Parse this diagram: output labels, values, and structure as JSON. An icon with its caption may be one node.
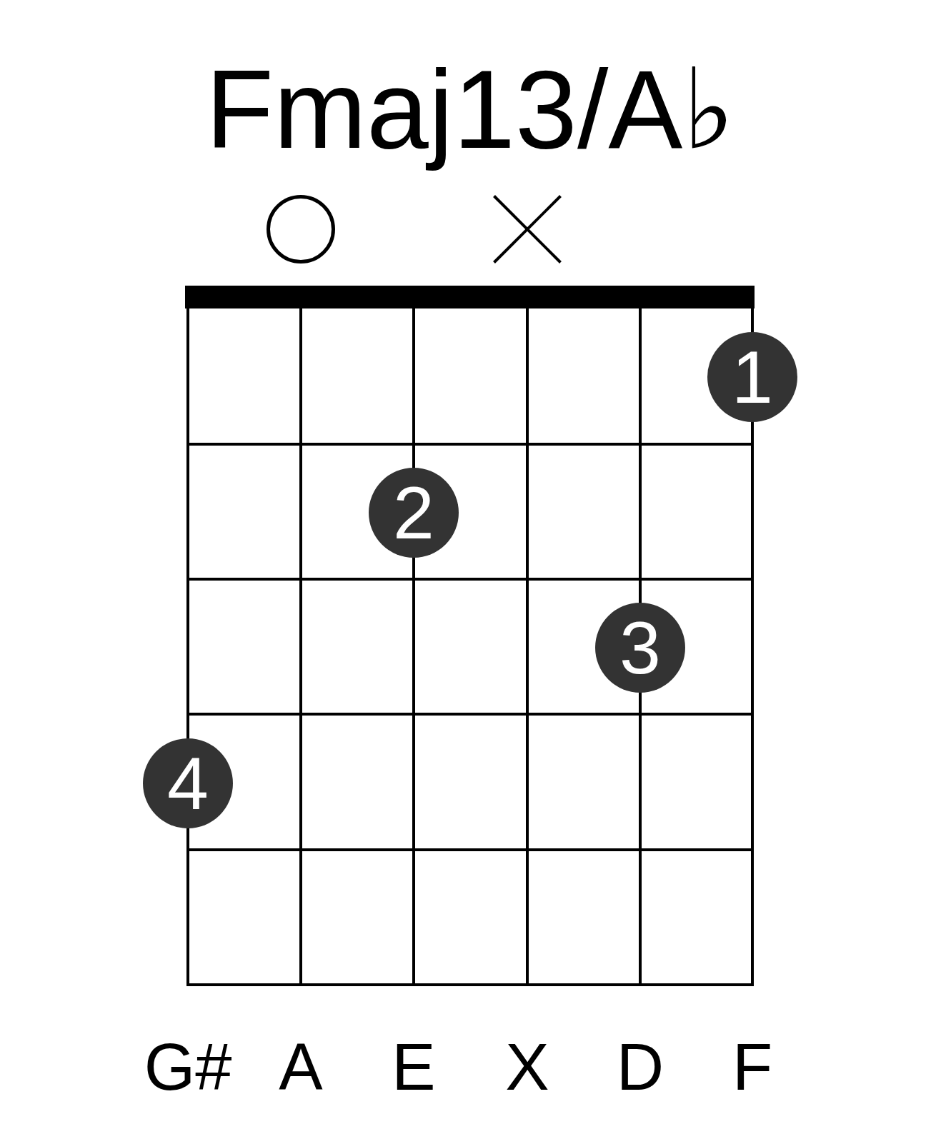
{
  "diagram": {
    "title": "Fmaj13/A♭",
    "nodes": [
      {
        "text": [],
        "shape": "circle"
      },
      {
        "text": [],
        "shape": "cross"
      },
      {
        "text": [
          "1"
        ]
      },
      {
        "text": [
          "2"
        ]
      },
      {
        "text": [
          "3"
        ]
      },
      {
        "text": [
          "4"
        ]
      }
    ],
    "labels": [
      "G#",
      "A",
      "E",
      "X",
      "D",
      "F"
    ]
  }
}
